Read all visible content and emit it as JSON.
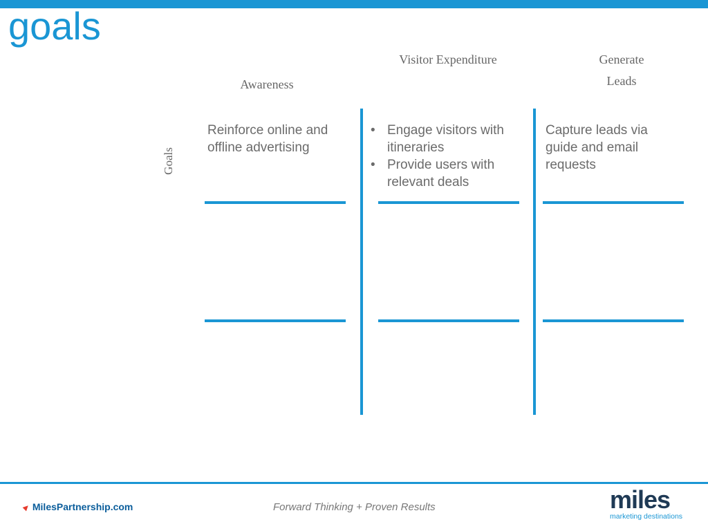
{
  "slide": {
    "title": "goals",
    "columns": [
      {
        "header": "Awareness"
      },
      {
        "header": "Visitor Expenditure"
      },
      {
        "header_line1": "Generate",
        "header_line2": "Leads"
      }
    ],
    "row_label": "Goals",
    "cells": {
      "awareness": "Reinforce online and offline advertising",
      "visitor_expenditure": [
        "Engage visitors with itineraries",
        "Provide users with relevant deals"
      ],
      "generate_leads": "Capture leads via guide and email requests"
    },
    "bullet": "•"
  },
  "footer": {
    "link": "MilesPartnership.com",
    "link_icon": "arrow-icon",
    "tagline": "Forward Thinking + Proven Results",
    "logo_word": "miles",
    "logo_sub": "marketing destinations"
  },
  "colors": {
    "accent": "#1a96d4",
    "text": "#6b6b6b",
    "logo": "#1f3a55",
    "arrow": "#e63b2e"
  }
}
